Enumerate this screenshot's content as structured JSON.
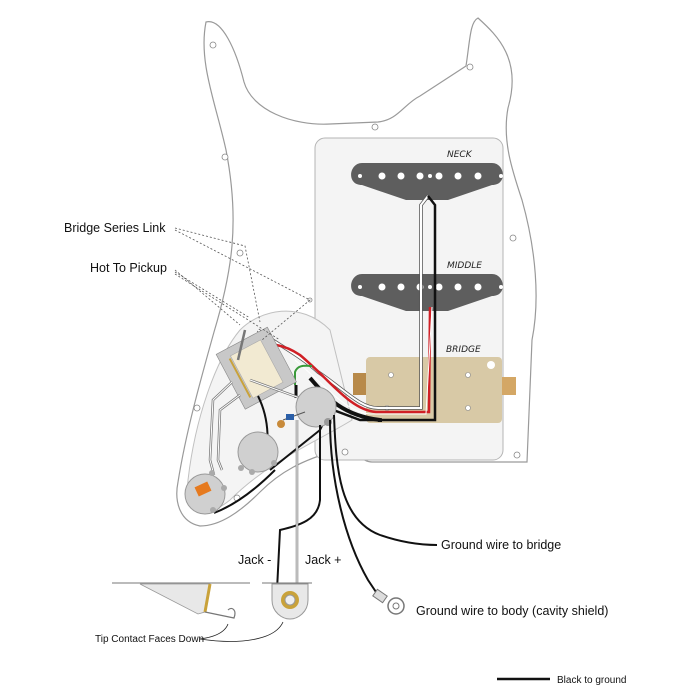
{
  "labels": {
    "bridge_series_link": "Bridge Series Link",
    "hot_to_pickup": "Hot To Pickup",
    "ground_wire_bridge": "Ground wire to bridge",
    "ground_wire_body": "Ground wire to body (cavity shield)",
    "jack_minus": "Jack -",
    "jack_plus": "Jack +",
    "tip_contact": "Tip Contact Faces Down"
  },
  "pickups": {
    "neck": "NECK",
    "middle": "MIDDLE",
    "bridge": "BRIDGE"
  },
  "legend": {
    "black_to_ground": "Black to ground"
  },
  "colors": {
    "pickguard": "#ffffff",
    "pickup": "#5e5e5e",
    "humbucker": "#d8c9a6",
    "hot_wire": "#d01f25",
    "ground_wire": "#111111",
    "green_wire": "#3a9a3a",
    "brass": "#c9a23a"
  }
}
